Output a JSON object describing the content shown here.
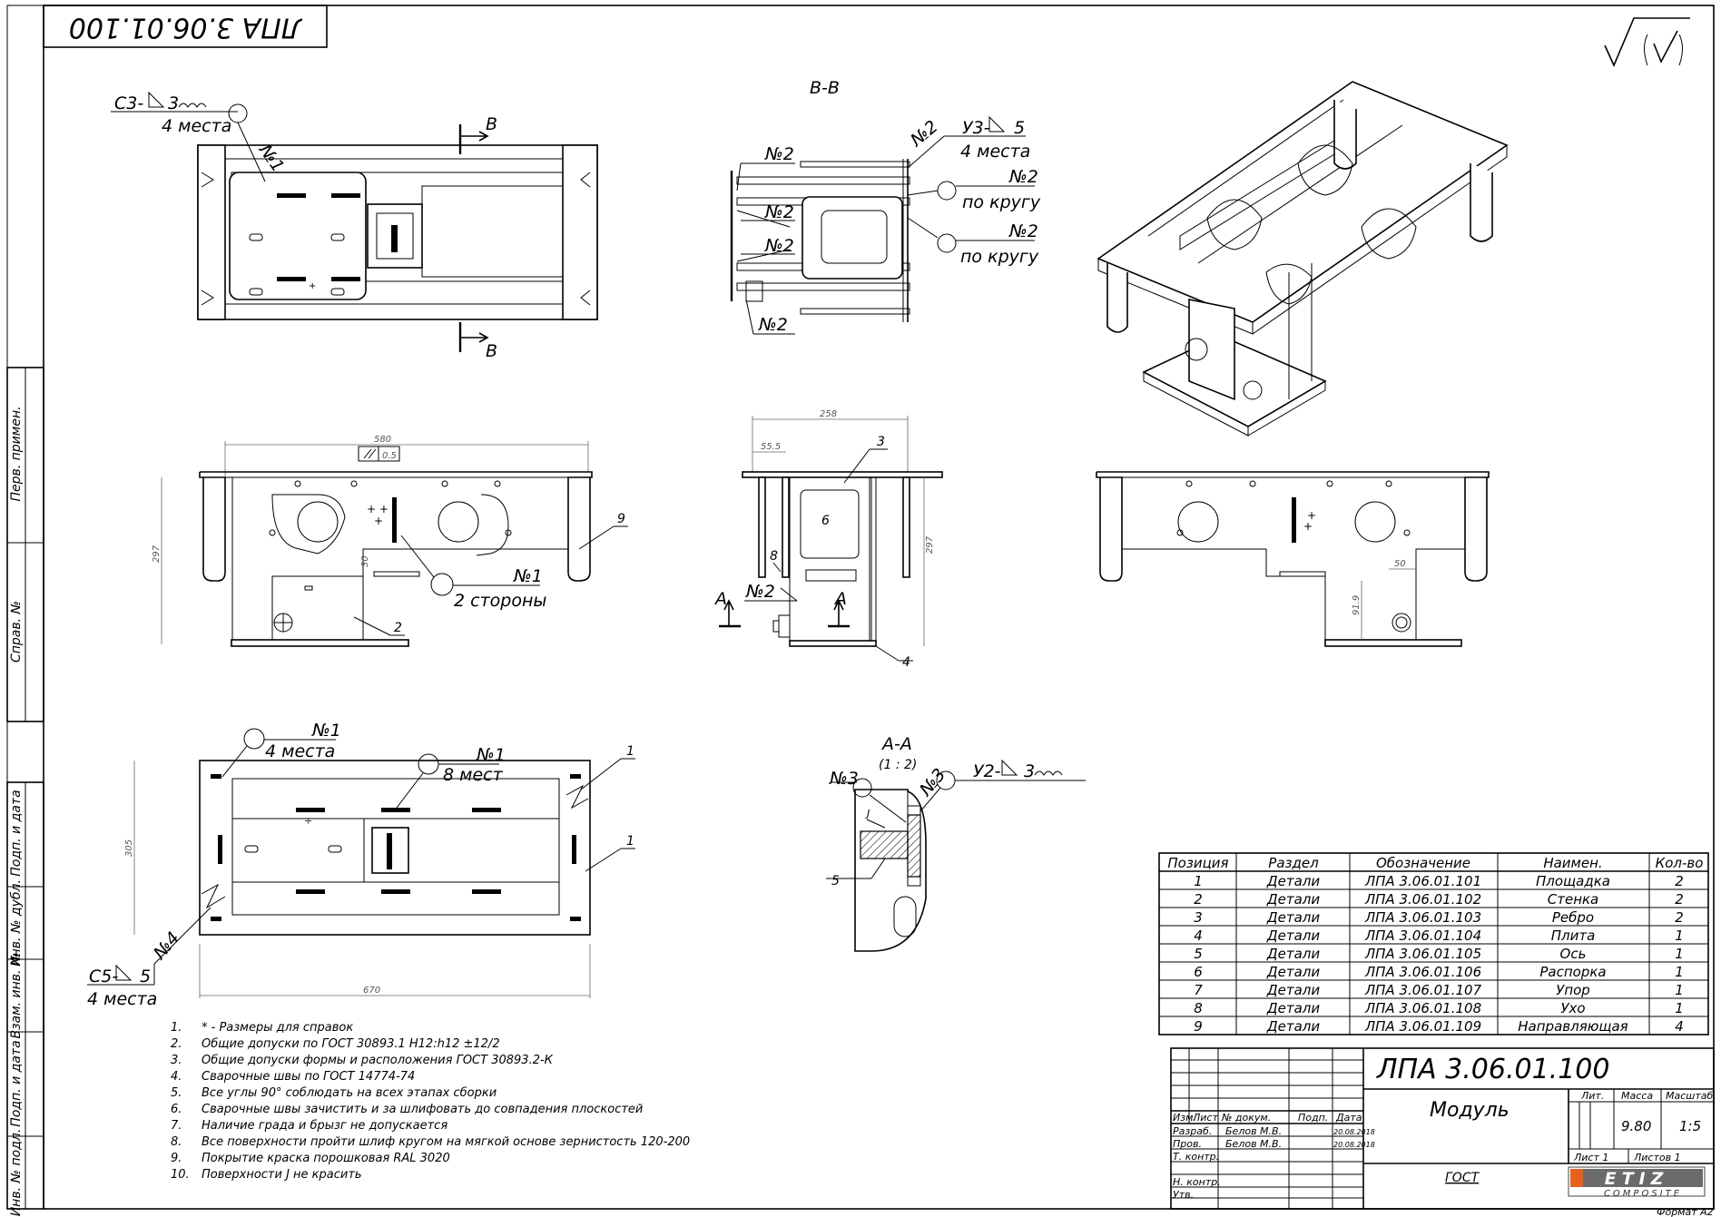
{
  "drawing": {
    "code": "ЛПА 3.06.01.100",
    "code_rotated": "ЛПА 3.06.01.100",
    "title": "Модуль",
    "material": "ГОСТ",
    "format": "Формат А2",
    "company_logo_top": "ETIZ",
    "company_logo_bottom": "COMPOSITE",
    "mass": "9.80",
    "scale": "1:5",
    "sheet": "Лист 1",
    "sheets": "Листов 1",
    "mass_header": "Масса",
    "scale_header": "Масштаб",
    "lit_header": "Лит."
  },
  "side_strip": {
    "labels": [
      "Перв. примен.",
      "Справ. №",
      "Подп. и дата",
      "Инв. № дубл.",
      "Взам. инв. №",
      "Подп. и дата",
      "Инв. № подл."
    ]
  },
  "title_block": {
    "col_headers": [
      "Изм.",
      "Лист",
      "№ докум.",
      "Подп.",
      "Дата"
    ],
    "rows": [
      {
        "role": "Разраб.",
        "name": "Белов М.В.",
        "date": "20.08.2018"
      },
      {
        "role": "Пров.",
        "name": "Белов М.В.",
        "date": "20.08.2018"
      },
      {
        "role": "Т. контр.",
        "name": "",
        "date": ""
      },
      {
        "role": "",
        "name": "",
        "date": ""
      },
      {
        "role": "Н. контр.",
        "name": "",
        "date": ""
      },
      {
        "role": "Утв.",
        "name": "",
        "date": ""
      }
    ]
  },
  "parts_table": {
    "headers": [
      "Позиция",
      "Раздел",
      "Обозначение",
      "Наимен.",
      "Кол-во"
    ],
    "rows": [
      [
        "1",
        "Детали",
        "ЛПА 3.06.01.101",
        "Площадка",
        "2"
      ],
      [
        "2",
        "Детали",
        "ЛПА 3.06.01.102",
        "Стенка",
        "2"
      ],
      [
        "3",
        "Детали",
        "ЛПА 3.06.01.103",
        "Ребро",
        "2"
      ],
      [
        "4",
        "Детали",
        "ЛПА 3.06.01.104",
        "Плита",
        "1"
      ],
      [
        "5",
        "Детали",
        "ЛПА 3.06.01.105",
        "Ось",
        "1"
      ],
      [
        "6",
        "Детали",
        "ЛПА 3.06.01.106",
        "Распорка",
        "1"
      ],
      [
        "7",
        "Детали",
        "ЛПА 3.06.01.107",
        "Упор",
        "1"
      ],
      [
        "8",
        "Детали",
        "ЛПА 3.06.01.108",
        "Ухо",
        "1"
      ],
      [
        "9",
        "Детали",
        "ЛПА 3.06.01.109",
        "Направляющая",
        "4"
      ]
    ]
  },
  "notes": [
    {
      "n": "1.",
      "text": "* - Размеры для справок"
    },
    {
      "n": "2.",
      "text": "Общие допуски по ГОСТ 30893.1 H12:h12 ±12/2"
    },
    {
      "n": "3.",
      "text": "Общие допуски формы и расположения ГОСТ 30893.2-К"
    },
    {
      "n": "4.",
      "text": "Сварочные швы по ГОСТ 14774-74"
    },
    {
      "n": "5.",
      "text": "Все углы 90° соблюдать на всех этапах сборки"
    },
    {
      "n": "6.",
      "text": "Сварочные швы зачистить и за шлифовать до совпадения плоскостей"
    },
    {
      "n": "7.",
      "text": "Наличие града и брызг не допускается"
    },
    {
      "n": "8.",
      "text": "Все поверхности пройти шлиф кругом на мягкой основе зернистость 120-200"
    },
    {
      "n": "9.",
      "text": "Покрытие краска порошковая RAL 3020"
    },
    {
      "n": "10.",
      "text": "Поверхности J не красить"
    }
  ],
  "callouts": {
    "top_weld": "С3-",
    "top_weld_leg": "3",
    "top_places": "4 места",
    "top_n1": "№1",
    "section_b": "В",
    "section_bb": "В-В",
    "bb_n2_a": "№2",
    "bb_n2_b": "№2",
    "bb_n2_c": "№2",
    "bb_n2_d": "№2",
    "bb_n2_top": "№2",
    "bb_u3": "У3-",
    "bb_u3_leg": "5",
    "bb_u3_places": "4 места",
    "bb_n2_r1": "№2",
    "bb_round1": "по кругу",
    "bb_n2_r2": "№2",
    "bb_round2": "по кругу",
    "front_n1": "№1",
    "front_sides": "2 стороны",
    "front_pos2": "2",
    "front_pos9": "9",
    "side_pos3": "3",
    "side_pos6": "6",
    "side_pos8": "8",
    "side_pos4": "4",
    "side_n2": "№2",
    "section_a": "А",
    "bottom_n1a": "№1",
    "bottom_places4": "4 места",
    "bottom_n1b": "№1",
    "bottom_places8": "8 мест",
    "bottom_pos1a": "1",
    "bottom_pos1b": "1",
    "bottom_n4": "№4",
    "bottom_weld": "С5-",
    "bottom_weld_leg": "5",
    "bottom_places": "4 места",
    "aa_title": "А-А",
    "aa_scale": "(1 : 2)",
    "aa_n3a": "№3",
    "aa_n3b": "№3",
    "aa_u2": "У2-",
    "aa_u2_leg": "3",
    "aa_pos5": "5",
    "aa_j": "J"
  },
  "dimensions": {
    "front_width": "580",
    "front_flatness": "0.5",
    "front_height": "297",
    "front_small": "30",
    "side_width": "258",
    "side_offset": "55.5",
    "side_height": "297",
    "right_50": "50",
    "right_91": "91.9",
    "bottom_width": "670",
    "bottom_height": "305"
  }
}
